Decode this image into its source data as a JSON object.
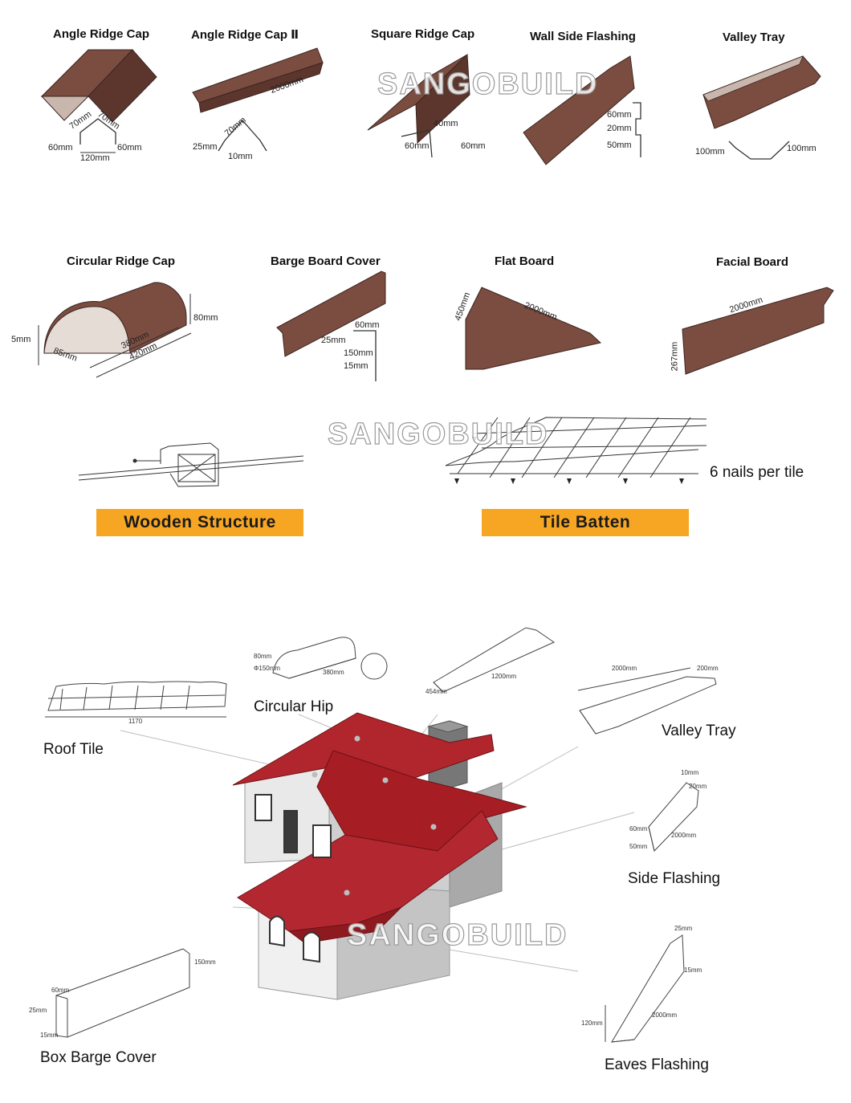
{
  "watermark": "SANGOBUILD",
  "colors": {
    "metal": "#7b4c40",
    "metal_dark": "#5c362d",
    "roof": "#b0262c",
    "button": "#f6a623"
  },
  "profiles_row1": [
    {
      "title": "Angle Ridge Cap",
      "dims": [
        "70mm",
        "70mm",
        "60mm",
        "60mm",
        "120mm"
      ]
    },
    {
      "title": "Angle Ridge Cap Ⅱ",
      "dims": [
        "2000mm",
        "70mm",
        "25mm",
        "10mm"
      ]
    },
    {
      "title": "Square Ridge Cap",
      "dims": [
        "40mm",
        "60mm",
        "60mm"
      ]
    },
    {
      "title": "Wall Side Flashing",
      "dims": [
        "60mm",
        "20mm",
        "50mm"
      ]
    },
    {
      "title": "Valley Tray",
      "dims": [
        "100mm",
        "100mm"
      ]
    }
  ],
  "profiles_row2": [
    {
      "title": "Circular Ridge Cap",
      "dims": [
        "80mm",
        "380mm",
        "420mm",
        "85mm",
        "5mm"
      ]
    },
    {
      "title": "Barge Board Cover",
      "dims": [
        "60mm",
        "25mm",
        "150mm",
        "15mm"
      ]
    },
    {
      "title": "Flat Board",
      "dims": [
        "2000mm",
        "450mm"
      ]
    },
    {
      "title": "Facial Board",
      "dims": [
        "2000mm",
        "267mm"
      ]
    }
  ],
  "install": {
    "nails_note": "6 nails per tile",
    "buttons": [
      "Wooden Structure",
      "Tile Batten"
    ]
  },
  "house_diagram": {
    "labels": [
      "Circular Hip",
      "Roof Tile",
      "Valley Tray",
      "Side Flashing",
      "Box Barge Cover",
      "Eaves Flashing"
    ],
    "roof_tile_dim": "1170",
    "circular_hip_dims": [
      "80mm",
      "Φ150mm",
      "380mm"
    ],
    "ridge_dims": [
      "1200mm",
      "454mm"
    ],
    "valley_dims": [
      "2000mm",
      "200mm"
    ],
    "side_flashing_dims": [
      "10mm",
      "20mm",
      "60mm",
      "50mm",
      "2000mm"
    ],
    "box_barge_dims": [
      "60mm",
      "25mm",
      "15mm",
      "150mm"
    ],
    "eaves_dims": [
      "25mm",
      "15mm",
      "120mm",
      "2000mm"
    ]
  }
}
